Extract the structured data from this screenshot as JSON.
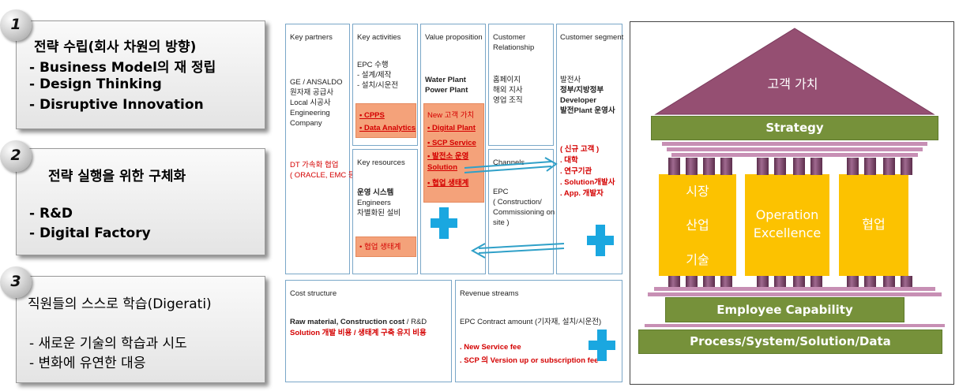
{
  "left": {
    "s1": {
      "num": "1",
      "title": "전략 수립(회사 차원의 방향)",
      "items": [
        "- Business Model의 재 정립",
        "- Design Thinking",
        "- Disruptive Innovation"
      ]
    },
    "s2": {
      "num": "2",
      "title": "전략 실행을 위한 구체화",
      "items": [
        "- R&D",
        "- Digital Factory"
      ]
    },
    "s3": {
      "num": "3",
      "title": "직원들의 스스로 학습(Digerati)",
      "items": [
        "- 새로운 기술의 학습과 시도",
        "- 변화에 유연한 대응"
      ]
    }
  },
  "canvas": {
    "key_partners": {
      "title": "Key partners",
      "lines": [
        "GE / ANSALDO",
        "원자재 공급사",
        "Local 시공사",
        "Engineering",
        "Company"
      ],
      "red": [
        "DT 가속화 협업",
        "( ORACLE, EMC 등)"
      ]
    },
    "key_activities": {
      "title": "Key activities",
      "lines": [
        "EPC 수행",
        " - 설계/제작",
        " - 설치/시운전"
      ],
      "highlight": [
        "• CPPS",
        "• Data Analytics"
      ]
    },
    "key_resources": {
      "title": "Key resources",
      "lines": [
        "운영 시스템",
        "Engineers",
        "차별화된 설비"
      ],
      "highlight": [
        "• 협업 생태계"
      ]
    },
    "value_prop": {
      "title": "Value proposition",
      "lines": [
        "Water Plant",
        "Power Plant"
      ],
      "highlight": [
        "New 고객 가치",
        "• Digital Plant",
        "• SCP Service",
        "• 발전소 운영",
        "  Solution",
        "• 협업 생태계"
      ]
    },
    "cust_rel": {
      "title": "Customer",
      "title2": "Relationship",
      "lines": [
        "홈페이지",
        "해외 지사",
        "영업 조직"
      ]
    },
    "channels": {
      "title": "Channels",
      "lines": [
        "EPC",
        "( Construction/",
        "Commissioning on",
        "site )"
      ]
    },
    "cust_seg": {
      "title": "Customer segment",
      "lines": [
        "발전사",
        "정부/지방정부",
        "Developer",
        "발전Plant 운영사"
      ],
      "red": [
        "( 신규 고객 )",
        " . 대학",
        " . 연구기관",
        " . Solution개발사",
        " . App. 개발자"
      ]
    },
    "cost": {
      "title": "Cost structure",
      "line1": "Raw material, Construction cost",
      "line1b": " / R&D",
      "red": "Solution 개발 비용 / 생태계 구축 유지 비용"
    },
    "revenue": {
      "title": "Revenue streams",
      "line1": "EPC Contract amount (기자재, 설치/시운전)",
      "red": [
        ". New Service fee",
        ". SCP 의 Version up or subscription fee"
      ]
    }
  },
  "temple": {
    "roof": "고객 가치",
    "strategy": "Strategy",
    "pillar_left": [
      "시장",
      "산업",
      "기술"
    ],
    "pillar_mid": [
      "Operation",
      "Excellence"
    ],
    "pillar_right": "협업",
    "employee": "Employee Capability",
    "base": "Process/System/Solution/Data",
    "colors": {
      "roof": "#954f72",
      "green": "#76913a",
      "pillar": "#fcc200",
      "column": "#7a3f66"
    }
  }
}
